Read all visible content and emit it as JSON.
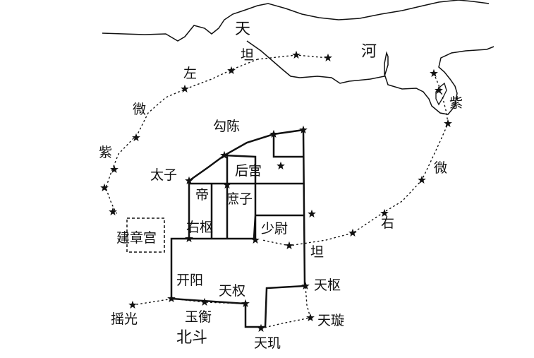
{
  "labels": {
    "tian": "天",
    "he": "河",
    "tan_top": "坦",
    "zuo": "左",
    "wei_left": "微",
    "zi_left": "紫",
    "gouchen": "勾陈",
    "taizi": "太子",
    "hougong": "后宫",
    "di": "帝",
    "shuzi": "庶子",
    "youshu": "右枢",
    "jianzhang": "建章宫",
    "shaowei": "少尉",
    "zi_right": "紫",
    "wei_right": "微",
    "you": "右",
    "tan_right": "坦",
    "kaiyang": "开阳",
    "tianquan": "天权",
    "tianshu": "天枢",
    "yaoguang": "摇光",
    "yuheng": "玉衡",
    "tianxuan": "天璇",
    "beidou": "北斗",
    "tianji": "天玑"
  },
  "colors": {
    "ink": "#111111",
    "background": "#ffffff"
  },
  "icons": {
    "star": "five-pointed-star"
  }
}
